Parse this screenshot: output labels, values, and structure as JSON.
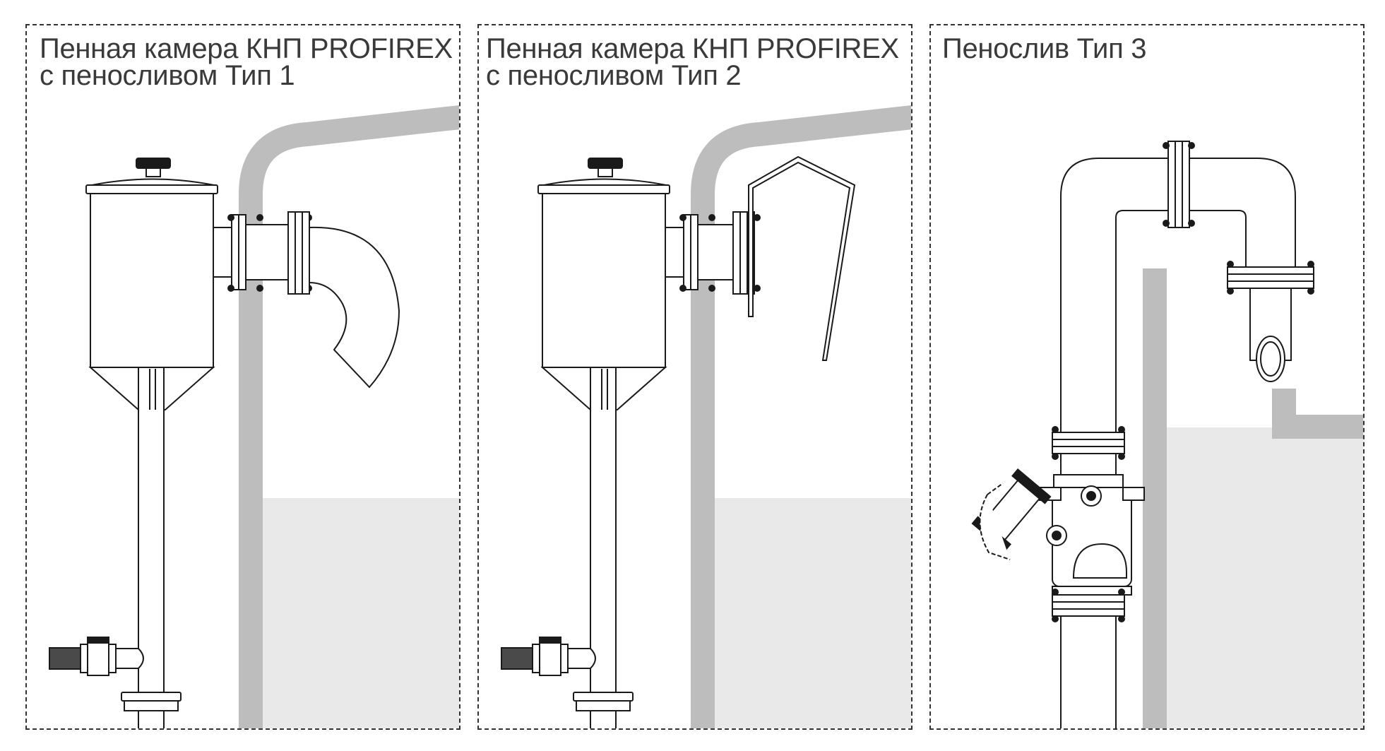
{
  "panels": [
    {
      "title_line1": "Пенная камера КНП PROFIREX",
      "title_line2": "с пеносливом Тип 1"
    },
    {
      "title_line1": "Пенная камера КНП PROFIREX",
      "title_line2": "с пеносливом Тип 2"
    },
    {
      "title_line1": "Пенослив Тип 3",
      "title_line2": ""
    }
  ],
  "colors": {
    "line": "#1a1a1a",
    "tank_wall": "#bdbdbd",
    "liquid": "#e9e9e9",
    "frame": "#333333"
  }
}
